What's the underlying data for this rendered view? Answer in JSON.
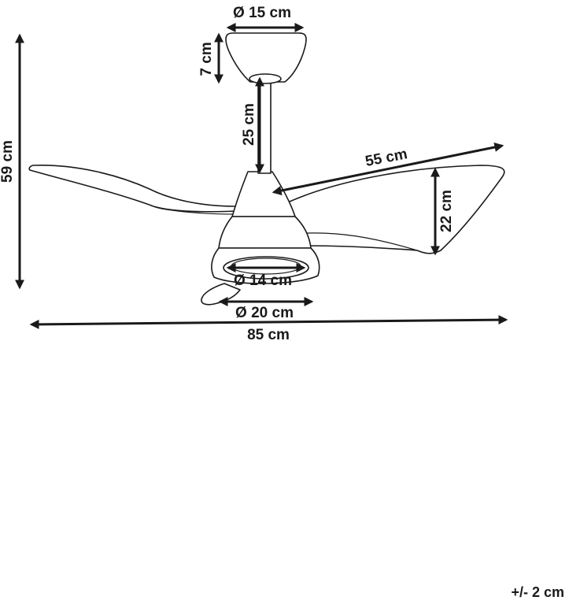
{
  "dimensions": {
    "canopy_diameter": "Ø 15 cm",
    "canopy_height": "7 cm",
    "downrod_length": "25 cm",
    "total_height": "59 cm",
    "blade_length": "55 cm",
    "blade_width": "22 cm",
    "light_diameter": "Ø 14 cm",
    "housing_diameter": "Ø 20 cm",
    "total_width": "85 cm"
  },
  "tolerance": "+/- 2 cm",
  "colors": {
    "line": "#1a1a1a",
    "background": "#ffffff"
  }
}
